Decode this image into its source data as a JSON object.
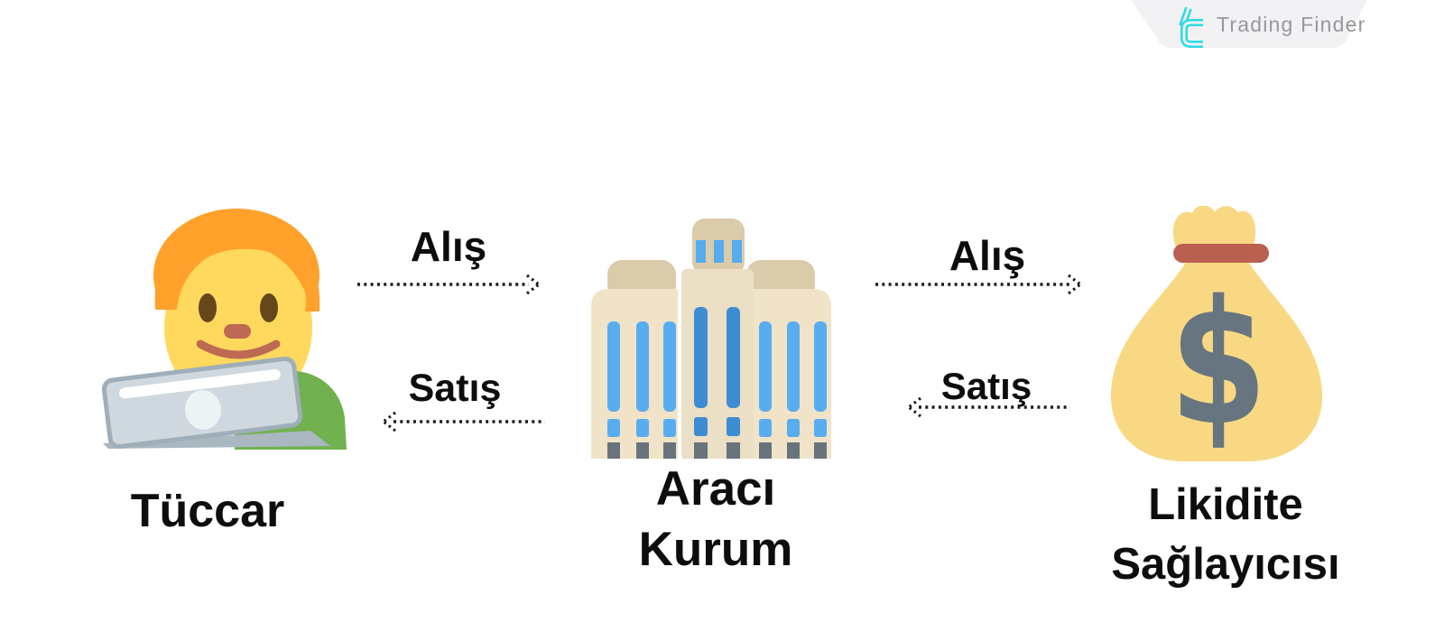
{
  "brand": {
    "name": "Trading Finder"
  },
  "nodes": [
    {
      "id": "trader",
      "icon": "man-technologist-emoji",
      "lines": [
        "Tüccar"
      ]
    },
    {
      "id": "broker",
      "icon": "office-building-emoji",
      "lines": [
        "Aracı",
        "Kurum"
      ]
    },
    {
      "id": "liquidity-provider",
      "icon": "money-bag-emoji",
      "lines": [
        "Likidite",
        "Sağlayıcısı"
      ],
      "icon_glyph": "$"
    }
  ],
  "flows": [
    {
      "from": "trader",
      "to": "broker",
      "label": "Alış",
      "direction": "right"
    },
    {
      "from": "broker",
      "to": "trader",
      "label": "Satış",
      "direction": "left"
    },
    {
      "from": "broker",
      "to": "liquidity-provider",
      "label": "Alış",
      "direction": "right"
    },
    {
      "from": "liquidity-provider",
      "to": "broker",
      "label": "Satış",
      "direction": "left"
    }
  ],
  "colors": {
    "arrow": "#1B1B1B",
    "label_text": "#0D0D0D",
    "logo_icon": "#2BD9E5",
    "logo_text": "#97989B",
    "logo_badge": "#F2F2F4",
    "emoji_skin": "#FFD95E",
    "emoji_hair": "#FFA12B",
    "shirt_green": "#72B14F",
    "laptop_gray": "#CFD8DE",
    "building_tan": "#F0E3C8",
    "building_cap": "#DACBAB",
    "window_blue_light": "#57ADEF",
    "window_blue_dark": "#3E8CD2",
    "window_gray": "#68737E",
    "bag_yellow": "#F9D883",
    "bag_tie": "#BA6050",
    "dollar_gray": "#677580"
  }
}
